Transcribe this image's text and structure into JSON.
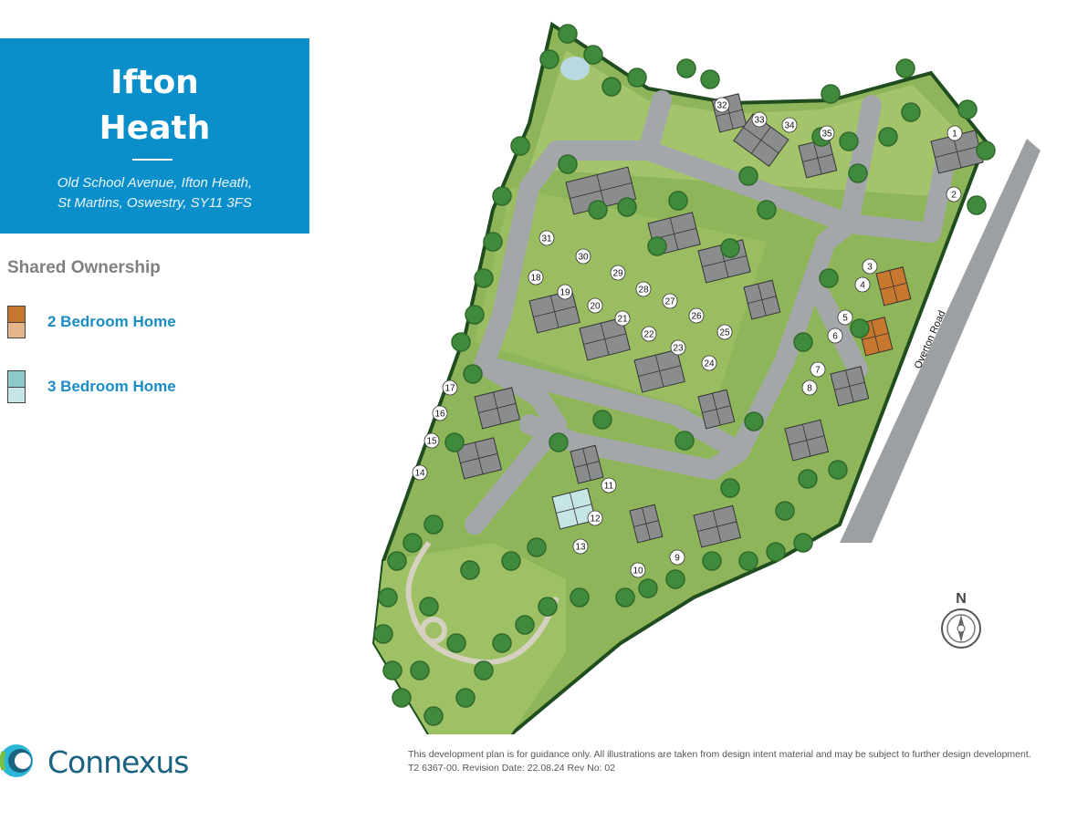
{
  "header": {
    "title_line1": "Ifton",
    "title_line2": "Heath",
    "address_line1": "Old School Avenue, Ifton Heath,",
    "address_line2": "St Martins, Oswestry, SY11 3FS"
  },
  "legend": {
    "heading": "Shared Ownership",
    "items": [
      {
        "label": "2 Bedroom Home",
        "color_dark": "#c8782e",
        "color_light": "#e4b48a"
      },
      {
        "label": "3 Bedroom Home",
        "color_dark": "#8ccbc9",
        "color_light": "#c6e6e5"
      }
    ]
  },
  "map": {
    "road_name": "Overton Road",
    "colors": {
      "grass": "#8fb55a",
      "road": "#9ca0a3",
      "roof": "#8a8c8e",
      "tree": "#3f8a3c",
      "hedge": "#2f6a2a",
      "boundary": "#1f4d1f"
    },
    "plots": [
      {
        "label": "1"
      },
      {
        "label": "2"
      },
      {
        "label": "3"
      },
      {
        "label": "4"
      },
      {
        "label": "5"
      },
      {
        "label": "6"
      },
      {
        "label": "7"
      },
      {
        "label": "8"
      },
      {
        "label": "9"
      },
      {
        "label": "10"
      },
      {
        "label": "11"
      },
      {
        "label": "12"
      },
      {
        "label": "13"
      },
      {
        "label": "14"
      },
      {
        "label": "15"
      },
      {
        "label": "16"
      },
      {
        "label": "17"
      },
      {
        "label": "18"
      },
      {
        "label": "19"
      },
      {
        "label": "20"
      },
      {
        "label": "21"
      },
      {
        "label": "22"
      },
      {
        "label": "23"
      },
      {
        "label": "24"
      },
      {
        "label": "25"
      },
      {
        "label": "26"
      },
      {
        "label": "27"
      },
      {
        "label": "28"
      },
      {
        "label": "29"
      },
      {
        "label": "30"
      },
      {
        "label": "31"
      },
      {
        "label": "32"
      },
      {
        "label": "33"
      },
      {
        "label": "34"
      },
      {
        "label": "35"
      }
    ]
  },
  "compass": {
    "letter": "N"
  },
  "brand": {
    "name": "Connexus",
    "color": "#1a6380"
  },
  "footer": {
    "disclaimer_line1": "This development plan is for guidance only. All illustrations are taken from design intent material and may be subject to further design development.",
    "disclaimer_line2": "T2 6367-00. Revision  Date: 22.08.24 Rev No: 02"
  }
}
